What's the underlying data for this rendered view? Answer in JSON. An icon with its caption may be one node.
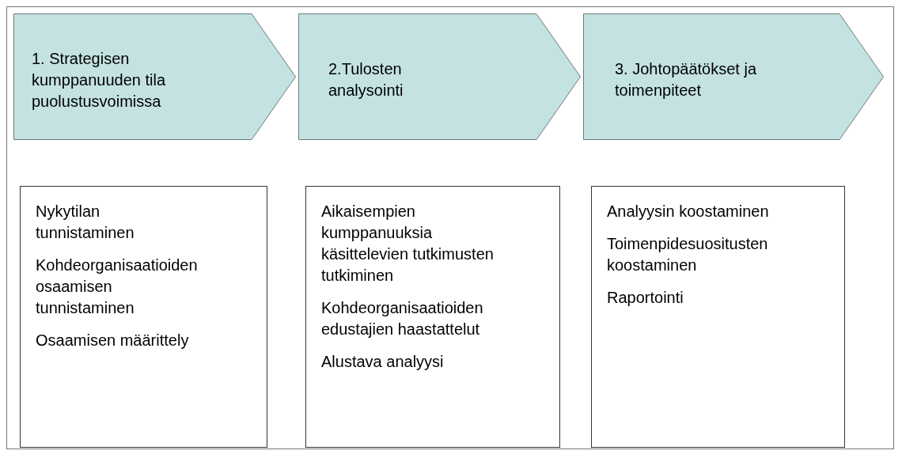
{
  "diagram": {
    "nodes": [
      {
        "text": [
          "1. Strategisen kumppanuuden tila puolustusvoimissa"
        ]
      },
      {
        "text": [
          "2.Tulosten analysointi"
        ]
      },
      {
        "text": [
          "3. Johtopäätökset ja toimenpiteet"
        ]
      },
      {
        "text": [
          "Nykytilan tunnistaminen",
          "Kohdeorganisaatioiden osaamisen tunnistaminen",
          "Osaamisen määrittely"
        ]
      },
      {
        "text": [
          "Aikaisempien kumppanuuksia käsittelevien tutkimusten tutkiminen",
          "Kohdeorganisaatioiden edustajien haastattelut",
          "Alustava analyysi"
        ]
      },
      {
        "text": [
          "Analyysin koostaminen",
          "Toimenpidesuositusten koostaminen",
          "Raportointi"
        ]
      }
    ]
  }
}
